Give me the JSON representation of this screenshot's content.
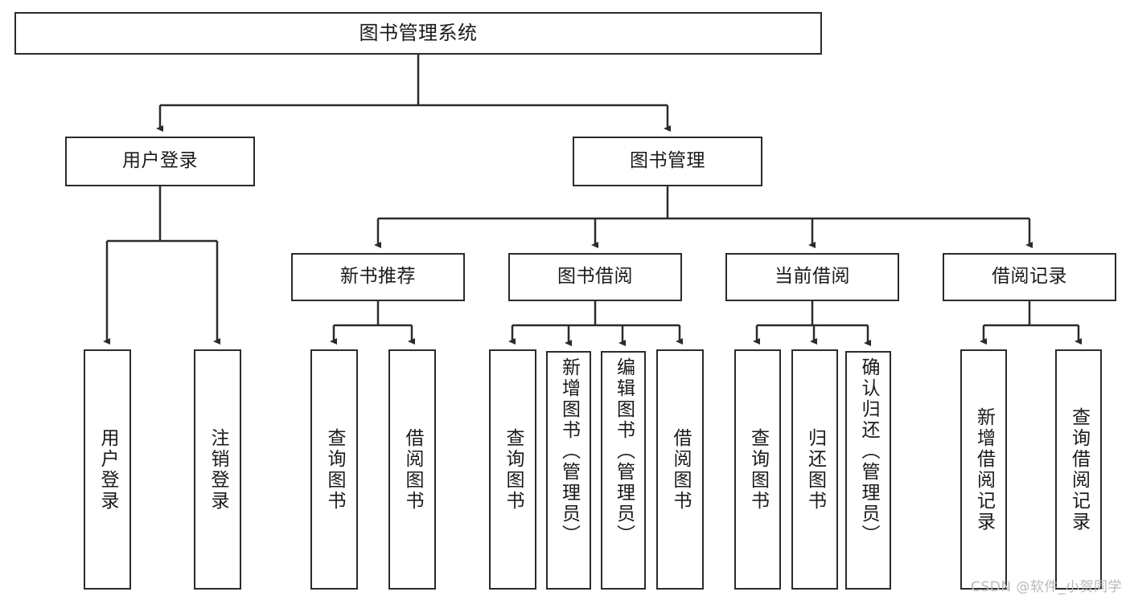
{
  "diagram": {
    "title": "图书管理系统",
    "watermark": "CSDN @软件_小贺同学",
    "edge_color": "#2b2b2b",
    "box_border_color": "#2b2b2b",
    "box_fill_color": "#ffffff",
    "text_color": "#1a1a1a",
    "background_color": "#ffffff"
  },
  "nodes": {
    "root": {
      "label": "图书管理系统"
    },
    "level2": [
      {
        "label": "用户登录"
      },
      {
        "label": "图书管理"
      }
    ],
    "level3": [
      {
        "label": "新书推荐"
      },
      {
        "label": "图书借阅"
      },
      {
        "label": "当前借阅"
      },
      {
        "label": "借阅记录"
      }
    ],
    "leaves": {
      "user_login": [
        {
          "label": "用户登录"
        },
        {
          "label": "注销登录"
        }
      ],
      "new_book_recommend": [
        {
          "label": "查询图书"
        },
        {
          "label": "借阅图书"
        }
      ],
      "book_borrow": [
        {
          "label": "查询图书"
        },
        {
          "label": "新增图书（管理员）"
        },
        {
          "label": "编辑图书（管理员）"
        },
        {
          "label": "借阅图书"
        }
      ],
      "current_borrow": [
        {
          "label": "查询图书"
        },
        {
          "label": "归还图书"
        },
        {
          "label": "确认归还（管理员）"
        }
      ],
      "borrow_record": [
        {
          "label": "新增借阅记录"
        },
        {
          "label": "查询借阅记录"
        }
      ]
    }
  },
  "chart_data": {
    "type": "tree-diagram",
    "title": "图书管理系统",
    "orientation": "top-down",
    "levels": 4,
    "hierarchy": {
      "name": "图书管理系统",
      "children": [
        {
          "name": "用户登录",
          "children": [
            {
              "name": "用户登录"
            },
            {
              "name": "注销登录"
            }
          ]
        },
        {
          "name": "图书管理",
          "children": [
            {
              "name": "新书推荐",
              "children": [
                {
                  "name": "查询图书"
                },
                {
                  "name": "借阅图书"
                }
              ]
            },
            {
              "name": "图书借阅",
              "children": [
                {
                  "name": "查询图书"
                },
                {
                  "name": "新增图书（管理员）"
                },
                {
                  "name": "编辑图书（管理员）"
                },
                {
                  "name": "借阅图书"
                }
              ]
            },
            {
              "name": "当前借阅",
              "children": [
                {
                  "name": "查询图书"
                },
                {
                  "name": "归还图书"
                },
                {
                  "name": "确认归还（管理员）"
                }
              ]
            },
            {
              "name": "借阅记录",
              "children": [
                {
                  "name": "新增借阅记录"
                },
                {
                  "name": "查询借阅记录"
                }
              ]
            }
          ]
        }
      ]
    }
  }
}
